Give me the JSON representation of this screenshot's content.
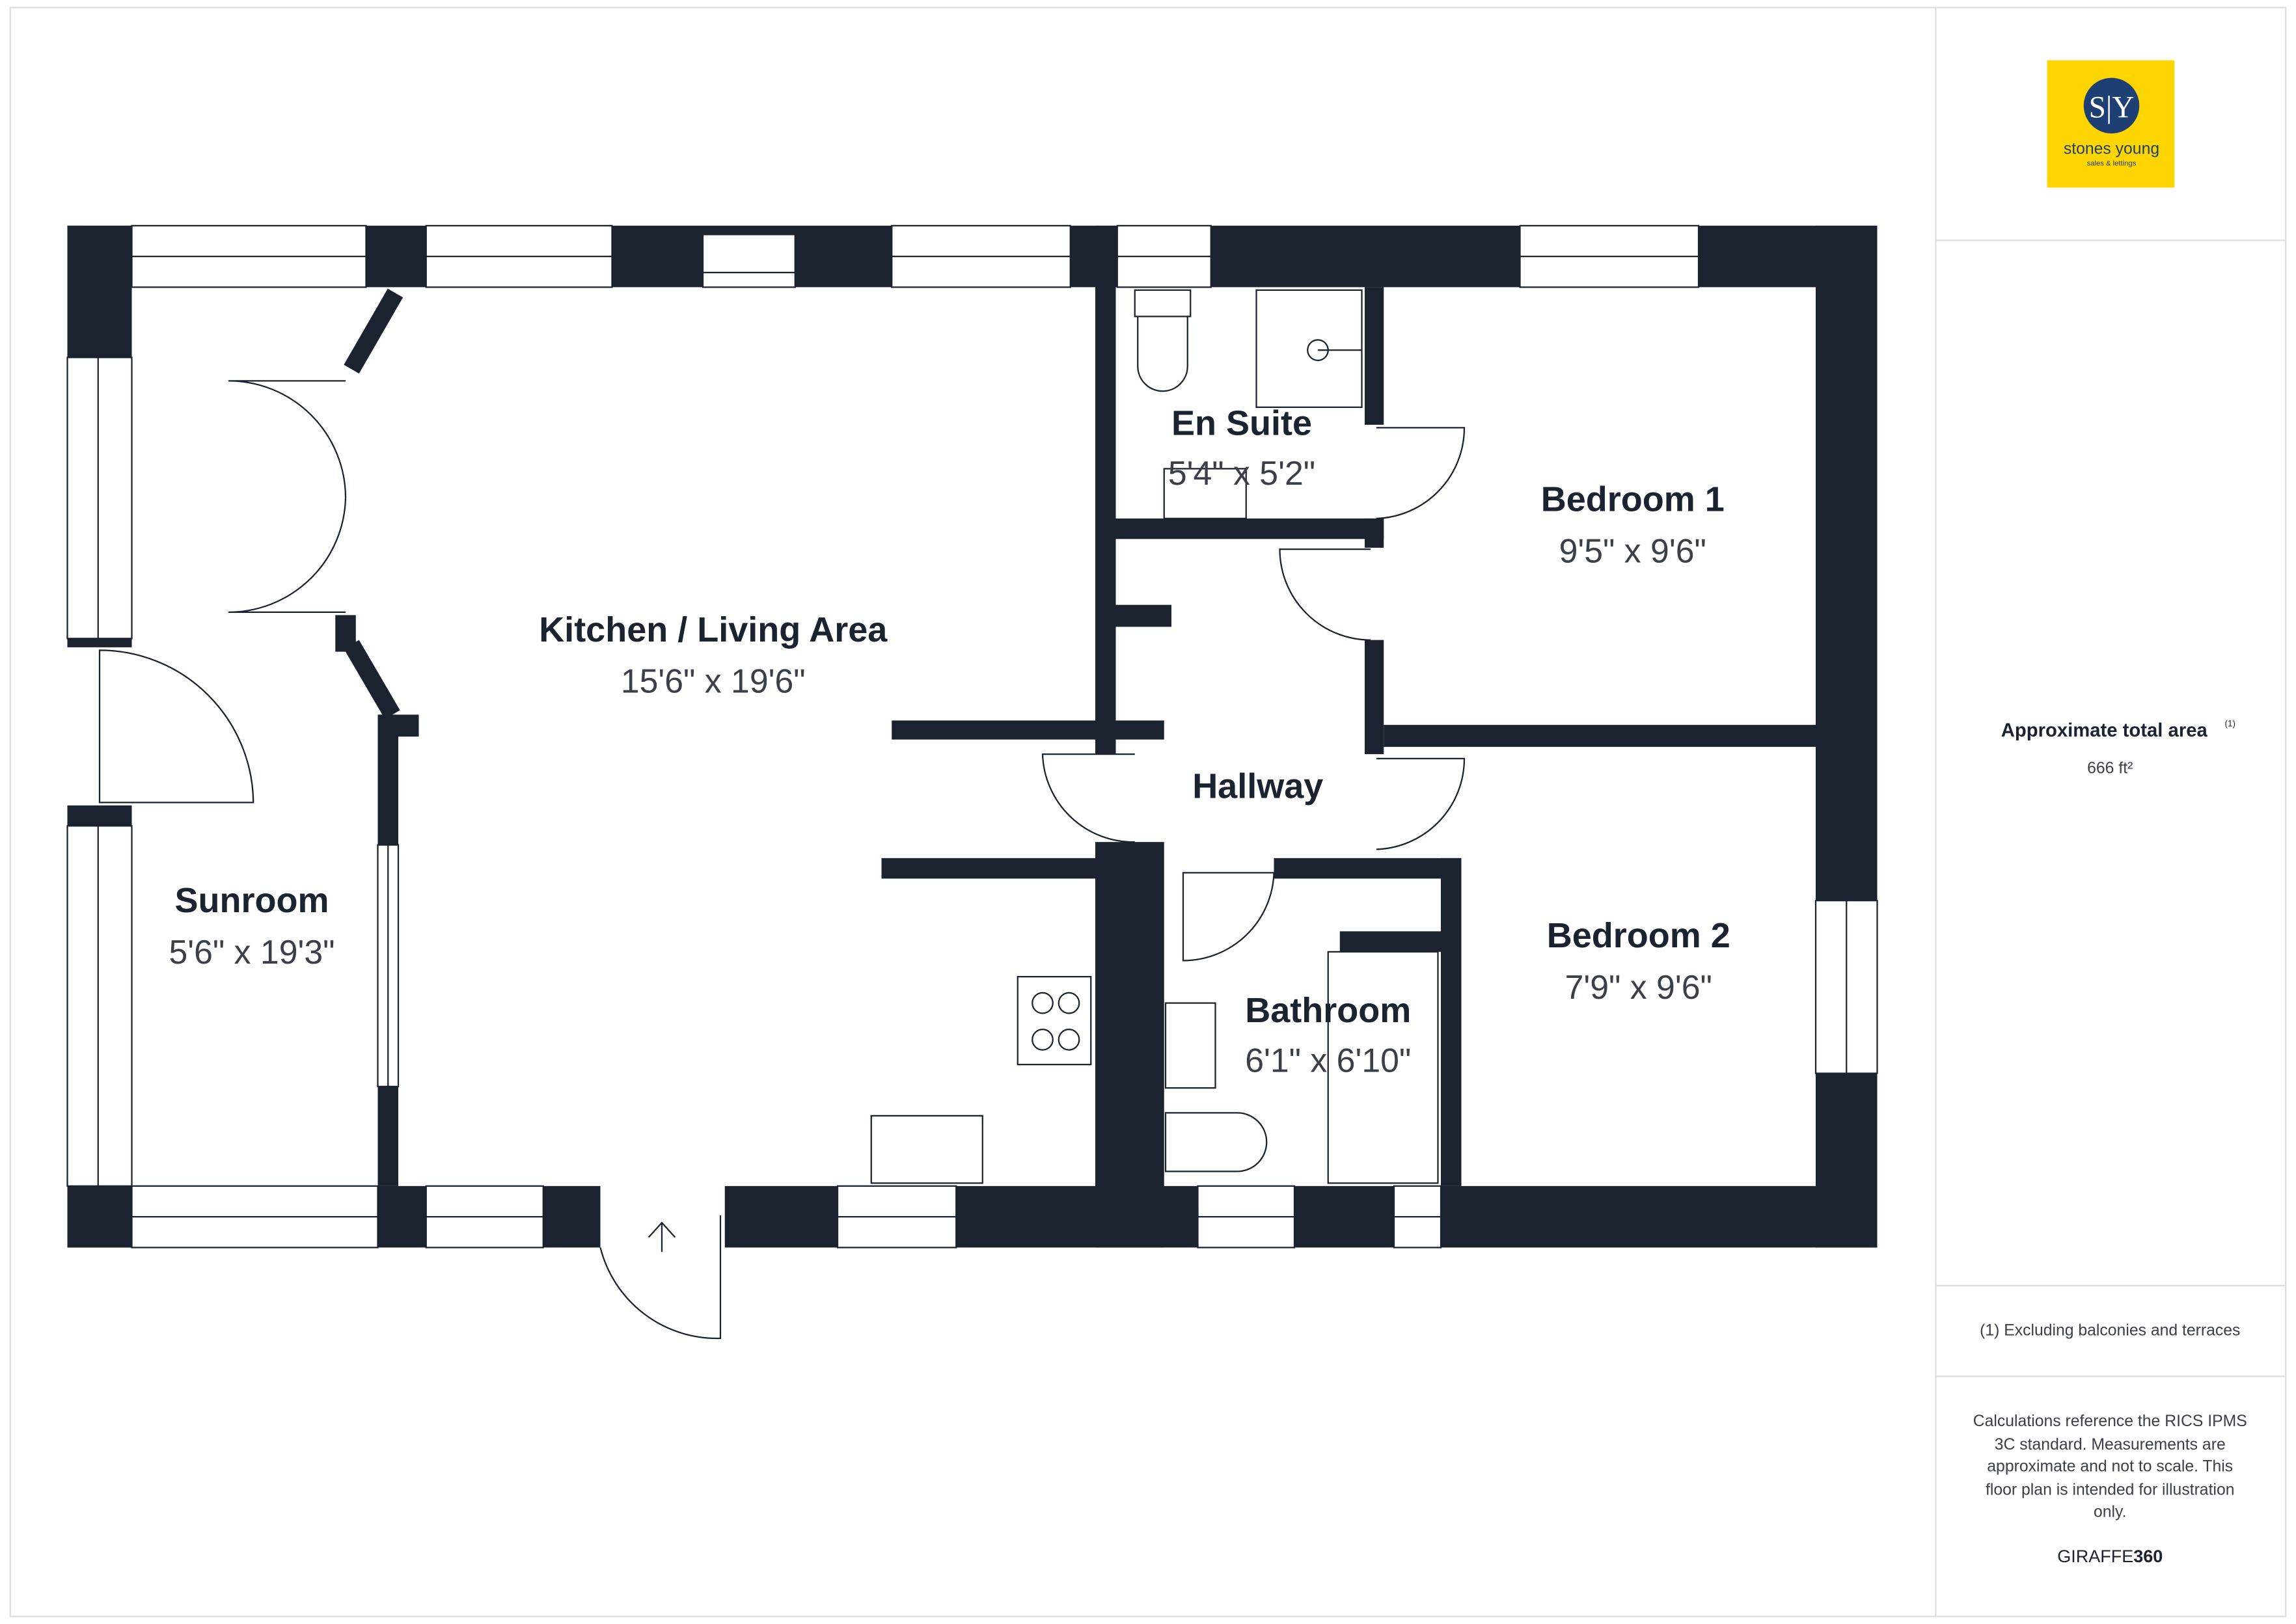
{
  "brand": {
    "name": "stones young",
    "tagline": "sales & lettings",
    "monogram": "S|Y",
    "colors": {
      "yellow": "#FFD500",
      "navy": "#1e3f73"
    }
  },
  "rooms": [
    {
      "name": "Sunroom",
      "dims": "5'6\" x 19'3\""
    },
    {
      "name": "Kitchen / Living Area",
      "dims": "15'6\" x 19'6\""
    },
    {
      "name": "En Suite",
      "dims": "5'4\" x 5'2\""
    },
    {
      "name": "Bedroom 1",
      "dims": "9'5\" x 9'6\""
    },
    {
      "name": "Hallway"
    },
    {
      "name": "Bedroom 2",
      "dims": "7'9\" x 9'6\""
    },
    {
      "name": "Bathroom",
      "dims": "6'1\" x 6'10\""
    }
  ],
  "panel": {
    "area_label": "Approximate total area",
    "area_sup": "(1)",
    "area_value": "666 ft²",
    "footnote": "(1) Excluding balconies and terraces",
    "disclaimer": [
      "Calculations reference the RICS IPMS",
      "3C standard. Measurements are",
      "approximate and not to scale. This",
      "floor plan is intended for illustration",
      "only."
    ],
    "credit_a": "GIRAFFE",
    "credit_b": "360"
  },
  "colors": {
    "wall": "#1b2230"
  }
}
